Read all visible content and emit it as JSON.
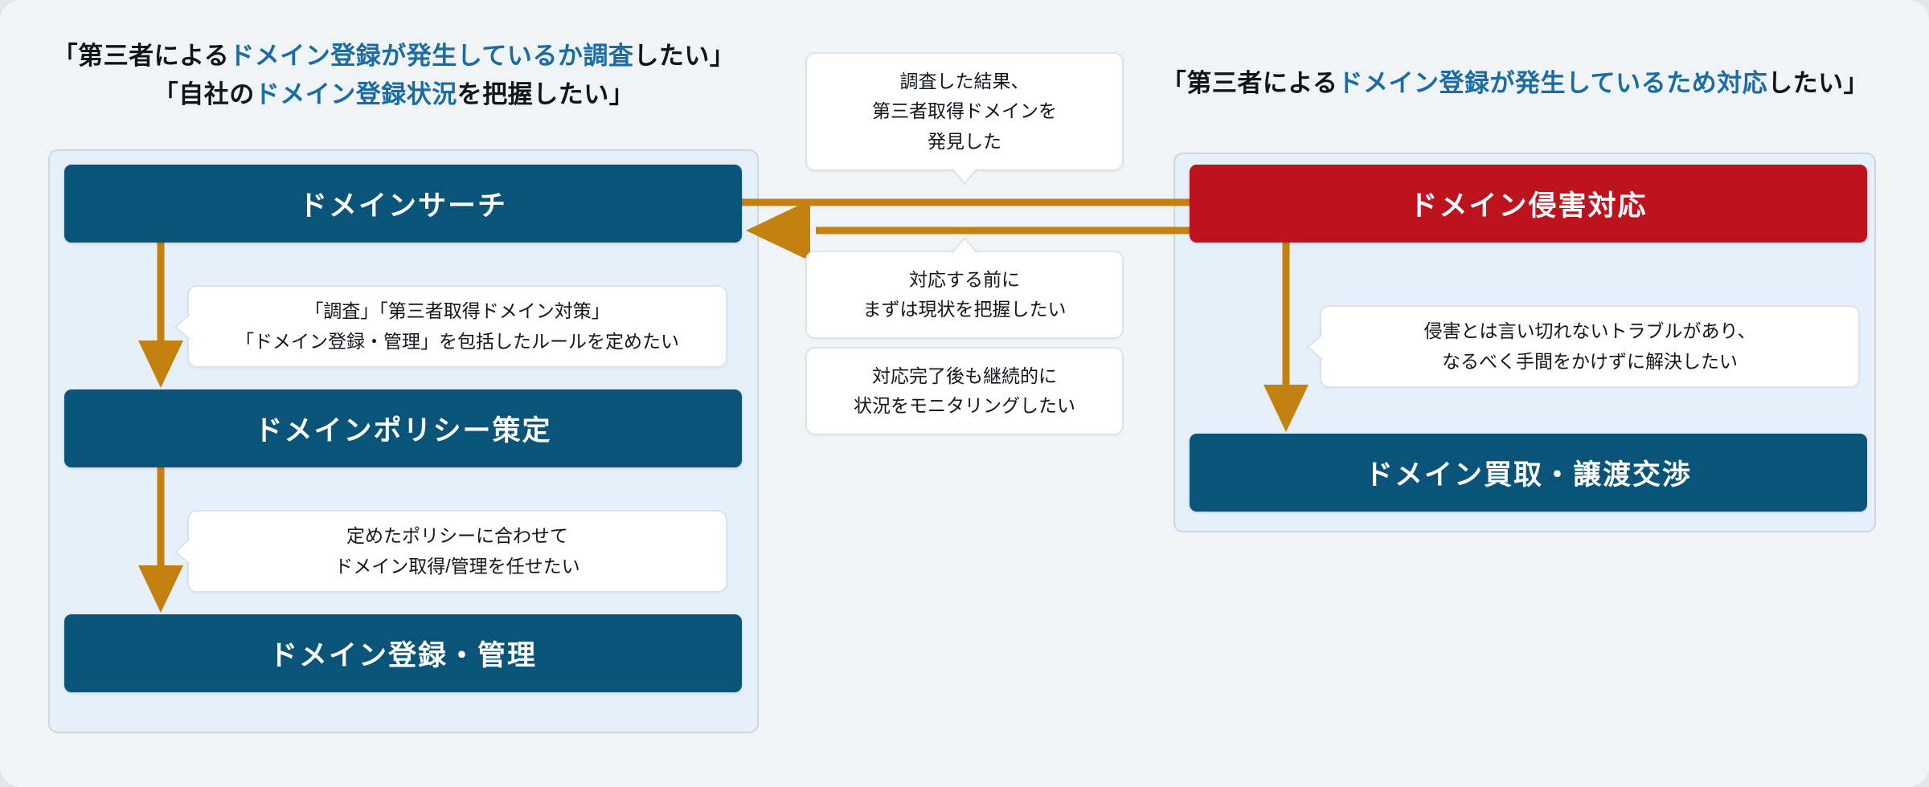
{
  "headings": {
    "left": {
      "line1_pre": "「第三者による",
      "line1_hl": "ドメイン登録が発生しているか調査",
      "line1_post": "したい」",
      "line2_pre": "「自社の",
      "line2_hl": "ドメイン登録状況",
      "line2_post": "を把握したい」"
    },
    "right": {
      "line1_pre": "「第三者による",
      "line1_hl": "ドメイン登録が発生しているため対応",
      "line1_post": "したい」"
    }
  },
  "services": {
    "search": "ドメインサーチ",
    "policy": "ドメインポリシー策定",
    "registration": "ドメイン登録・管理",
    "infringement": "ドメイン侵害対応",
    "purchase": "ドメイン買取・譲渡交渉"
  },
  "bubbles": {
    "rule": {
      "line1": "「調査」「第三者取得ドメイン対策」",
      "line2": "「ドメイン登録・管理」を包括したルールを定めたい"
    },
    "policy": {
      "line1": "定めたポリシーに合わせて",
      "line2": "ドメイン取得/管理を任せたい"
    },
    "found": {
      "line1": "調査した結果、",
      "line2": "第三者取得ドメインを",
      "line3": "発見した"
    },
    "grasp": {
      "line1": "対応する前に",
      "line2": "まずは現状を把握したい"
    },
    "monitor": {
      "line1": "対応完了後も継続的に",
      "line2": "状況をモニタリングしたい"
    },
    "trouble": {
      "line1": "侵害とは言い切れないトラブルがあり、",
      "line2": "なるべく手間をかけずに解決したい"
    }
  },
  "colors": {
    "page_background": "#f1f4f7",
    "panel_background": "#e6f0fb",
    "panel_border": "#cfd6dd",
    "service_blue": "#0a5479",
    "service_red": "#bd131f",
    "arrow_gold": "#c4810f",
    "highlight_blue": "#1a6ca3",
    "bubble_background": "#ffffff",
    "bubble_border": "#dce3e9",
    "heading_text": "#111418"
  },
  "arrows": [
    {
      "name": "search-to-policy",
      "direction": "down"
    },
    {
      "name": "policy-to-registration",
      "direction": "down"
    },
    {
      "name": "search-to-infringement",
      "direction": "right"
    },
    {
      "name": "infringement-to-search",
      "direction": "left"
    },
    {
      "name": "infringement-to-purchase",
      "direction": "down"
    }
  ]
}
